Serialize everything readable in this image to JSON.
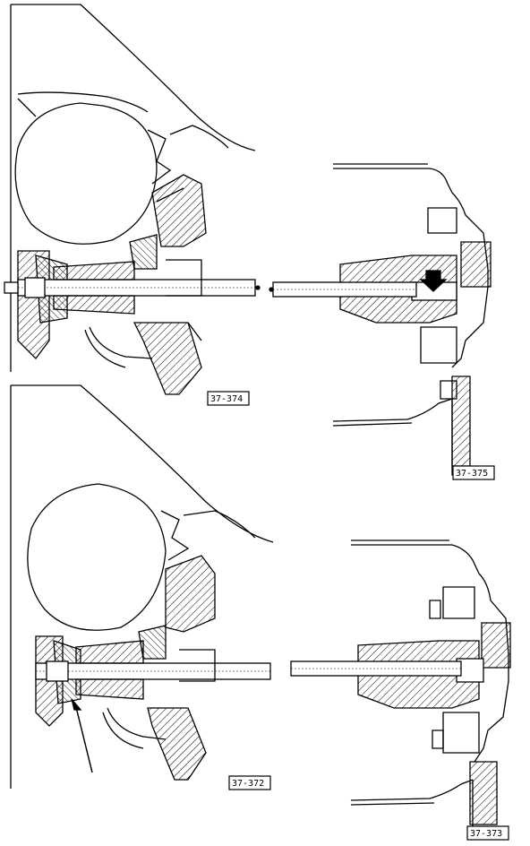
{
  "figures": [
    {
      "id": "upper-left",
      "label": "37-374"
    },
    {
      "id": "upper-right",
      "label": "37-375"
    },
    {
      "id": "lower-left",
      "label": "37-372"
    },
    {
      "id": "lower-right",
      "label": "37-373"
    }
  ],
  "colors": {
    "ink": "#000000",
    "paper": "#ffffff"
  },
  "annotations": {
    "arrow": "pointer-arrow",
    "dark_arrow": "dark-arrow-icon"
  }
}
